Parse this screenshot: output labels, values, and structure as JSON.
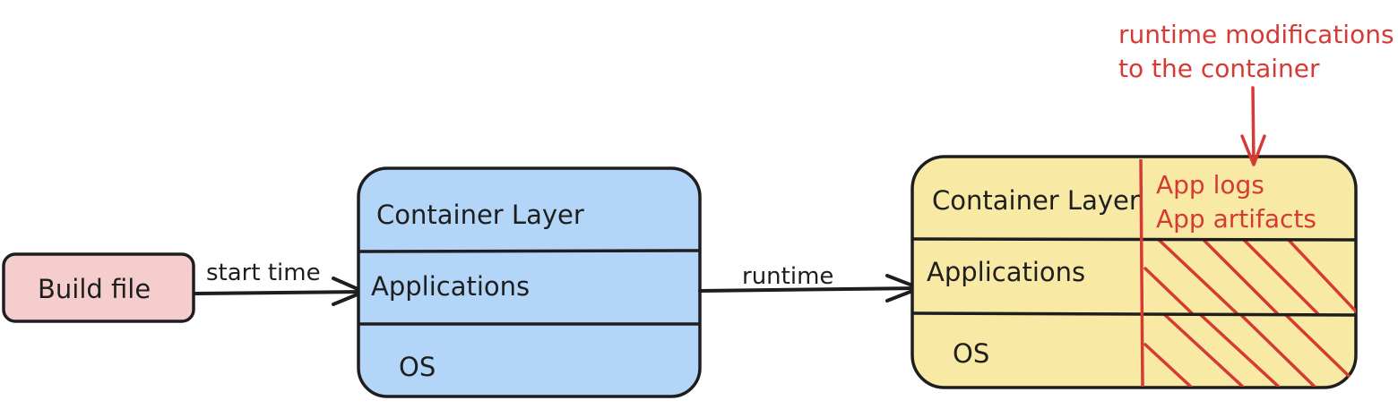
{
  "colors": {
    "ink": "#1e1e1e",
    "build_fill": "#f5cdcd",
    "build_container_fill": "#b3d6f8",
    "runtime_container_fill": "#f8eaa4",
    "annotation_red": "#d63a35"
  },
  "build_file": {
    "label": "Build file"
  },
  "edge_start": {
    "label": "start time"
  },
  "edge_runtime": {
    "label": "runtime"
  },
  "image_container": {
    "layers": [
      "Container Layer",
      "Applications",
      "OS"
    ]
  },
  "runtime_container": {
    "layers": [
      "Container Layer",
      "Applications",
      "OS"
    ],
    "writable_layer": [
      "App logs",
      "App artifacts"
    ]
  },
  "annotation": {
    "lines": [
      "runtime modifications",
      "to the container"
    ]
  }
}
